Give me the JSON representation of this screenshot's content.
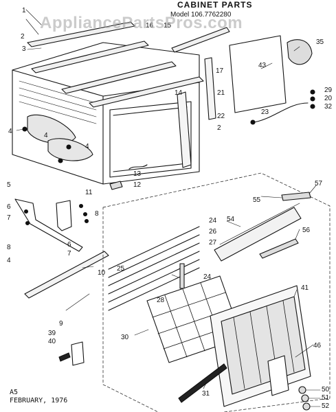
{
  "header": {
    "title": "CABINET PARTS",
    "model": "Model 106.7762280"
  },
  "watermark": "AppliancePartsPros.com",
  "footer": {
    "code": "A5",
    "date": "FEBRUARY, 1976"
  },
  "callouts": [
    "1",
    "2",
    "3",
    "4",
    "4",
    "4",
    "5",
    "6",
    "7",
    "8",
    "4",
    "6",
    "7",
    "8",
    "11",
    "12",
    "13",
    "14",
    "15",
    "16",
    "17",
    "21",
    "22",
    "2",
    "23",
    "29",
    "20",
    "32",
    "35",
    "43",
    "5",
    "57",
    "55",
    "54",
    "56",
    "24",
    "26",
    "27",
    "25",
    "24",
    "28",
    "10",
    "9",
    "39",
    "40",
    "30",
    "41",
    "46",
    "31",
    "50",
    "51",
    "52"
  ]
}
